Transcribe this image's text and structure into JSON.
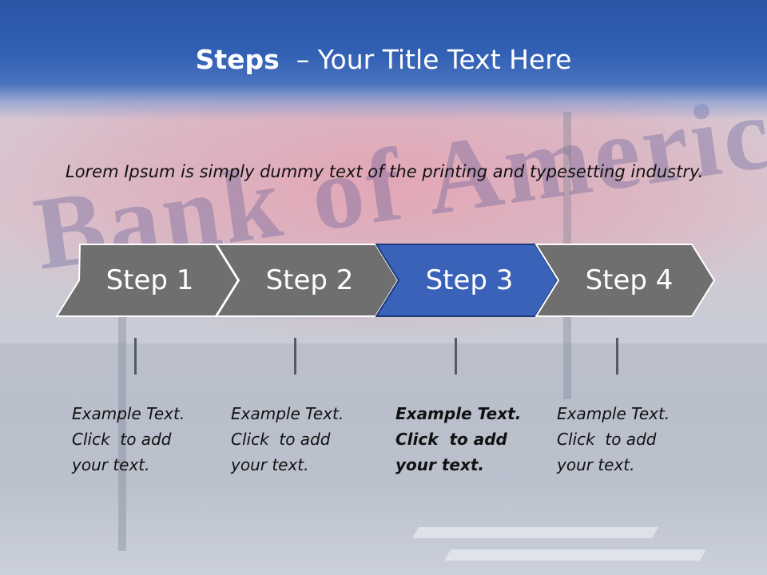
{
  "slide": {
    "title_bold": "Steps",
    "title_rest": "– Your Title Text Here",
    "intro": "Lorem Ipsum is simply dummy text of the printing and typesetting industry.",
    "background_sign_text": "Bank of America",
    "colors": {
      "header": "#2c55a6",
      "step_default": "#6f6f6f",
      "step_active": "#3a62b8",
      "step_border": "#ffffff",
      "active_border": "#1d3a78"
    }
  },
  "steps": [
    {
      "label": "Step 1",
      "active": false
    },
    {
      "label": "Step 2",
      "active": false
    },
    {
      "label": "Step 3",
      "active": true
    },
    {
      "label": "Step 4",
      "active": false
    }
  ],
  "examples": [
    {
      "line1": "Example Text.",
      "line2": "Click  to add",
      "line3": "your text.",
      "bold": false
    },
    {
      "line1": "Example Text.",
      "line2": "Click  to add",
      "line3": "your text.",
      "bold": false
    },
    {
      "line1": "Example Text.",
      "line2": "Click  to add",
      "line3": "your text.",
      "bold": true
    },
    {
      "line1": "Example Text.",
      "line2": "Click  to add",
      "line3": "your text.",
      "bold": false
    }
  ]
}
